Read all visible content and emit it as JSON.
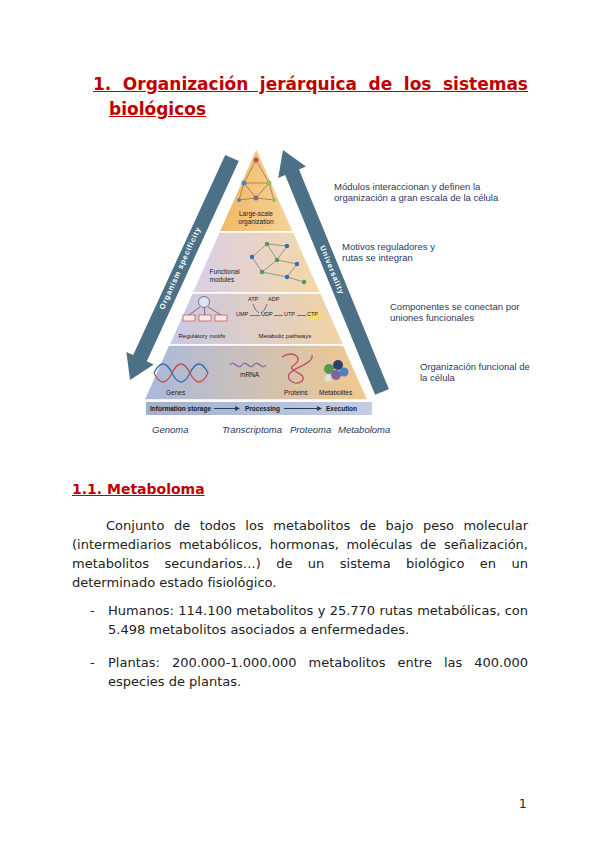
{
  "diagram": {
    "title": "1. Organización jerárquica de los sistemas biológicos",
    "nodes": [
      {
        "text": [
          "Large-scale organization"
        ]
      },
      {
        "text": [
          "Functional modules"
        ]
      },
      {
        "text": [
          "Regulatory motifs",
          "Metabolic pathways"
        ]
      },
      {
        "text": [
          "Genes",
          "mRNA",
          "Proteins",
          "Metabolites"
        ]
      }
    ],
    "labels": [
      "Organism specificity",
      "Universality",
      "Módulos interaccionan y definen la organización a gran escala de la célula",
      "Motivos reguladores y rutas se integran",
      "Componentes se conectan por uniones funcionales",
      "Organización funcional de la célula",
      "ATP",
      "ADP",
      "UMP",
      "UDP",
      "UTP",
      "CTP",
      "Information storage",
      "Processing",
      "Execution",
      "Genoma",
      "Transcriptoma",
      "Proteoma",
      "Metaboloma",
      "1.1. Metaboloma",
      "Conjunto de todos los metabolitos de bajo peso molecular (intermediarios metabólicos, hormonas, moléculas de señalización, metabolitos secundarios…) de un sistema biológico en un determinado estado fisiológico.",
      "-",
      "Humanos: 114.100 metabolitos y 25.770 rutas metabólicas, con 5.498 metabolitos asociados a enfermedades.",
      "-",
      "Plantas: 200.000-1.000.000 metabolitos entre las 400.000 especies de plantas.",
      "1"
    ]
  }
}
